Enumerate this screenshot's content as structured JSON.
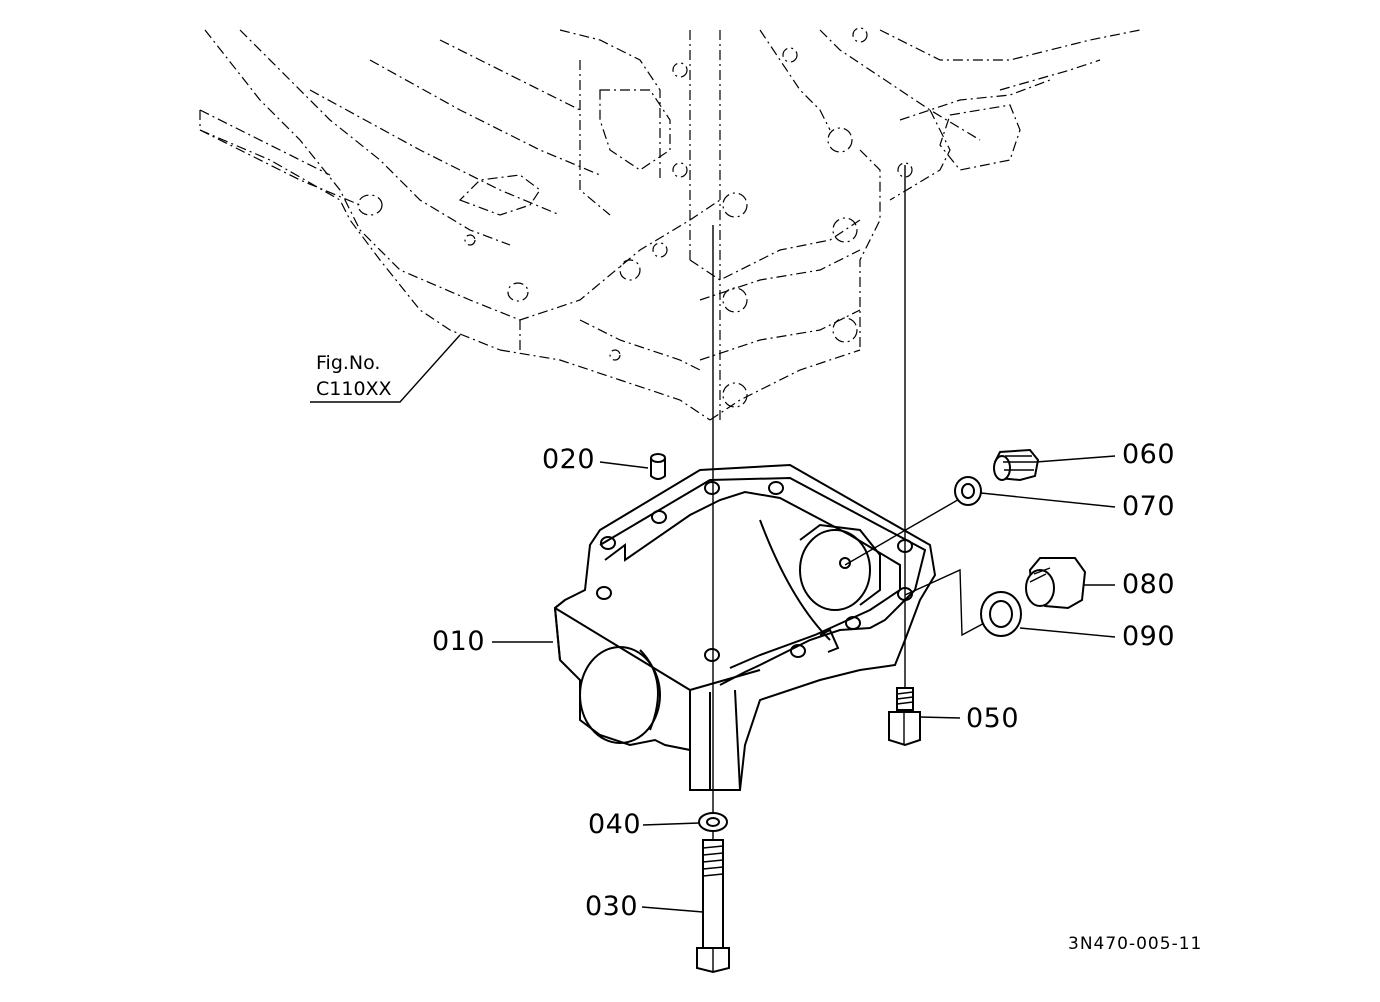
{
  "figure_ref": {
    "line1": "Fig.No.",
    "line2": "C110XX"
  },
  "drawing_code": "3N470-005-11",
  "callouts": [
    {
      "id": "c010",
      "label": "010"
    },
    {
      "id": "c020",
      "label": "020"
    },
    {
      "id": "c030",
      "label": "030"
    },
    {
      "id": "c040",
      "label": "040"
    },
    {
      "id": "c050",
      "label": "050"
    },
    {
      "id": "c060",
      "label": "060"
    },
    {
      "id": "c070",
      "label": "070"
    },
    {
      "id": "c080",
      "label": "080"
    },
    {
      "id": "c090",
      "label": "090"
    }
  ]
}
